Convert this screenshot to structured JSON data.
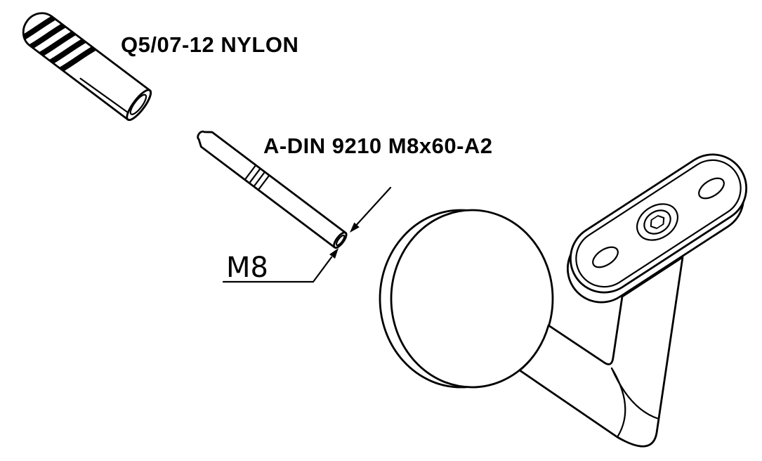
{
  "labels": {
    "anchor": "Q5/07-12 NYLON",
    "screw": "A-DIN 9210 M8x60-A2",
    "dimension": "M8"
  },
  "parts": [
    "nylon-wall-plug",
    "threaded-stud",
    "handrail-bracket"
  ],
  "colors": {
    "line": "#000000",
    "background": "#ffffff"
  }
}
